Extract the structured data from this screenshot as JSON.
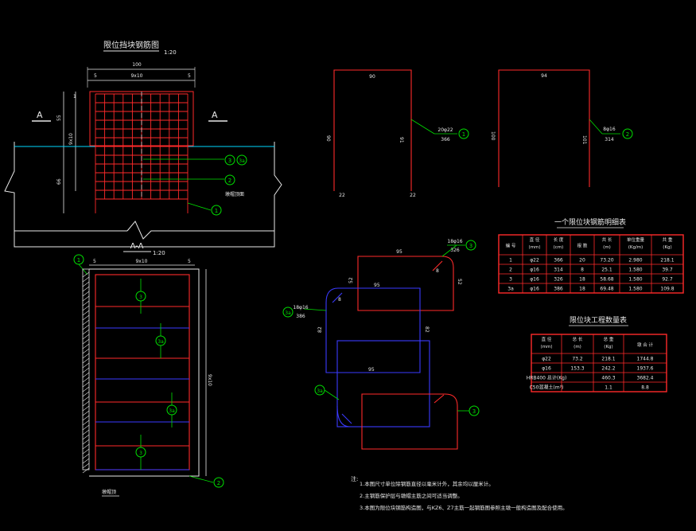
{
  "colors": {
    "background": "#000000",
    "outline": "#ff2a2a",
    "dimension": "#e8e8e8",
    "leader": "#00e000",
    "cyan": "#00d8ff",
    "blue": "#3a3aff",
    "grid": "#ff2a2a",
    "hatch": "#e8e8e8"
  },
  "plan": {
    "title": "限位挡块钢筋图",
    "scale": "1:20",
    "dim_top_total": "100",
    "dim_top_left": "5",
    "dim_top_mid": "9x10",
    "dim_top_right": "5",
    "dim_left_a": "1",
    "dim_left_b": "55",
    "dim_left_c": "9x10",
    "dim_left_d": "66",
    "section_mark_left": "A",
    "section_mark_right": "A",
    "callout_1": "1",
    "callout_2": "2",
    "callout_3": "3",
    "callout_3a": "3a",
    "note_right": "墩帽顶面"
  },
  "section": {
    "title": "A-A",
    "scale": "1:20",
    "callout_1": "1",
    "callout_2": "2",
    "dim_top_left": "5",
    "dim_top_mid": "9x10",
    "dim_top_right": "5",
    "dim_right": "9x10",
    "labels_3": [
      "3",
      "3a",
      "3a",
      "3"
    ],
    "note_bottom": "墩帽顶"
  },
  "bars": {
    "bar1": {
      "top": "90",
      "left": "90",
      "right": "91",
      "foot_left": "22",
      "foot_right": "22",
      "spec": "20φ22",
      "length": "366",
      "callout": "1"
    },
    "bar2": {
      "top": "94",
      "left": "100",
      "right": "101",
      "spec": "8φ16",
      "length": "314",
      "callout": "2"
    },
    "bar3": {
      "top_len": "95",
      "side_left": "52",
      "side_right": "52",
      "inner_len": "95",
      "spec": "18φ16",
      "length": "326",
      "callout": "3",
      "hook": "8"
    },
    "bar3a": {
      "spec": "18φ16",
      "length": "386",
      "side_left": "82",
      "side_right": "82",
      "bottom_len": "95",
      "callout": "3a",
      "callout_bottom": "3a",
      "callout_right": "3",
      "hook": "8"
    }
  },
  "table1": {
    "title": "一个限位块钢筋明细表",
    "headers": [
      "编 号",
      "直 径\n(mm)",
      "长 度\n(cm)",
      "根 数",
      "共 长\n(m)",
      "单位重量\n(Kg/m)",
      "共 重\n(Kg)"
    ],
    "rows": [
      [
        "1",
        "φ22",
        "366",
        "20",
        "73.20",
        "2.980",
        "218.1"
      ],
      [
        "2",
        "φ16",
        "314",
        "8",
        "25.1",
        "1.580",
        "39.7"
      ],
      [
        "3",
        "φ16",
        "326",
        "18",
        "58.68",
        "1.580",
        "92.7"
      ],
      [
        "3a",
        "φ16",
        "386",
        "18",
        "69.48",
        "1.580",
        "109.8"
      ]
    ]
  },
  "table2": {
    "title": "限位块工程数量表",
    "headers": [
      "直 径\n(mm)",
      "总 长\n(m)",
      "总 重\n(Kg)",
      "墩 合 计"
    ],
    "rows": [
      [
        "φ22",
        "73.2",
        "218.1",
        "1744.8"
      ],
      [
        "φ16",
        "153.3",
        "242.2",
        "1937.6"
      ],
      [
        "HRB400 总计(Kg)",
        "",
        "460.3",
        "3682.4"
      ],
      [
        "C50混凝土(m³)",
        "",
        "1.1",
        "8.8"
      ]
    ]
  },
  "notes": {
    "heading": "注:",
    "lines": [
      "1.本图尺寸单位除钢筋直径以毫米计外，其余均以厘米计。",
      "2.主钢筋保护层与墩帽主筋之间可适当调整。",
      "3.本图为限位块钢筋构造图，与KZ6、Z7主筋一起钢筋图参照主墩一般构造图及配合使用。"
    ]
  }
}
